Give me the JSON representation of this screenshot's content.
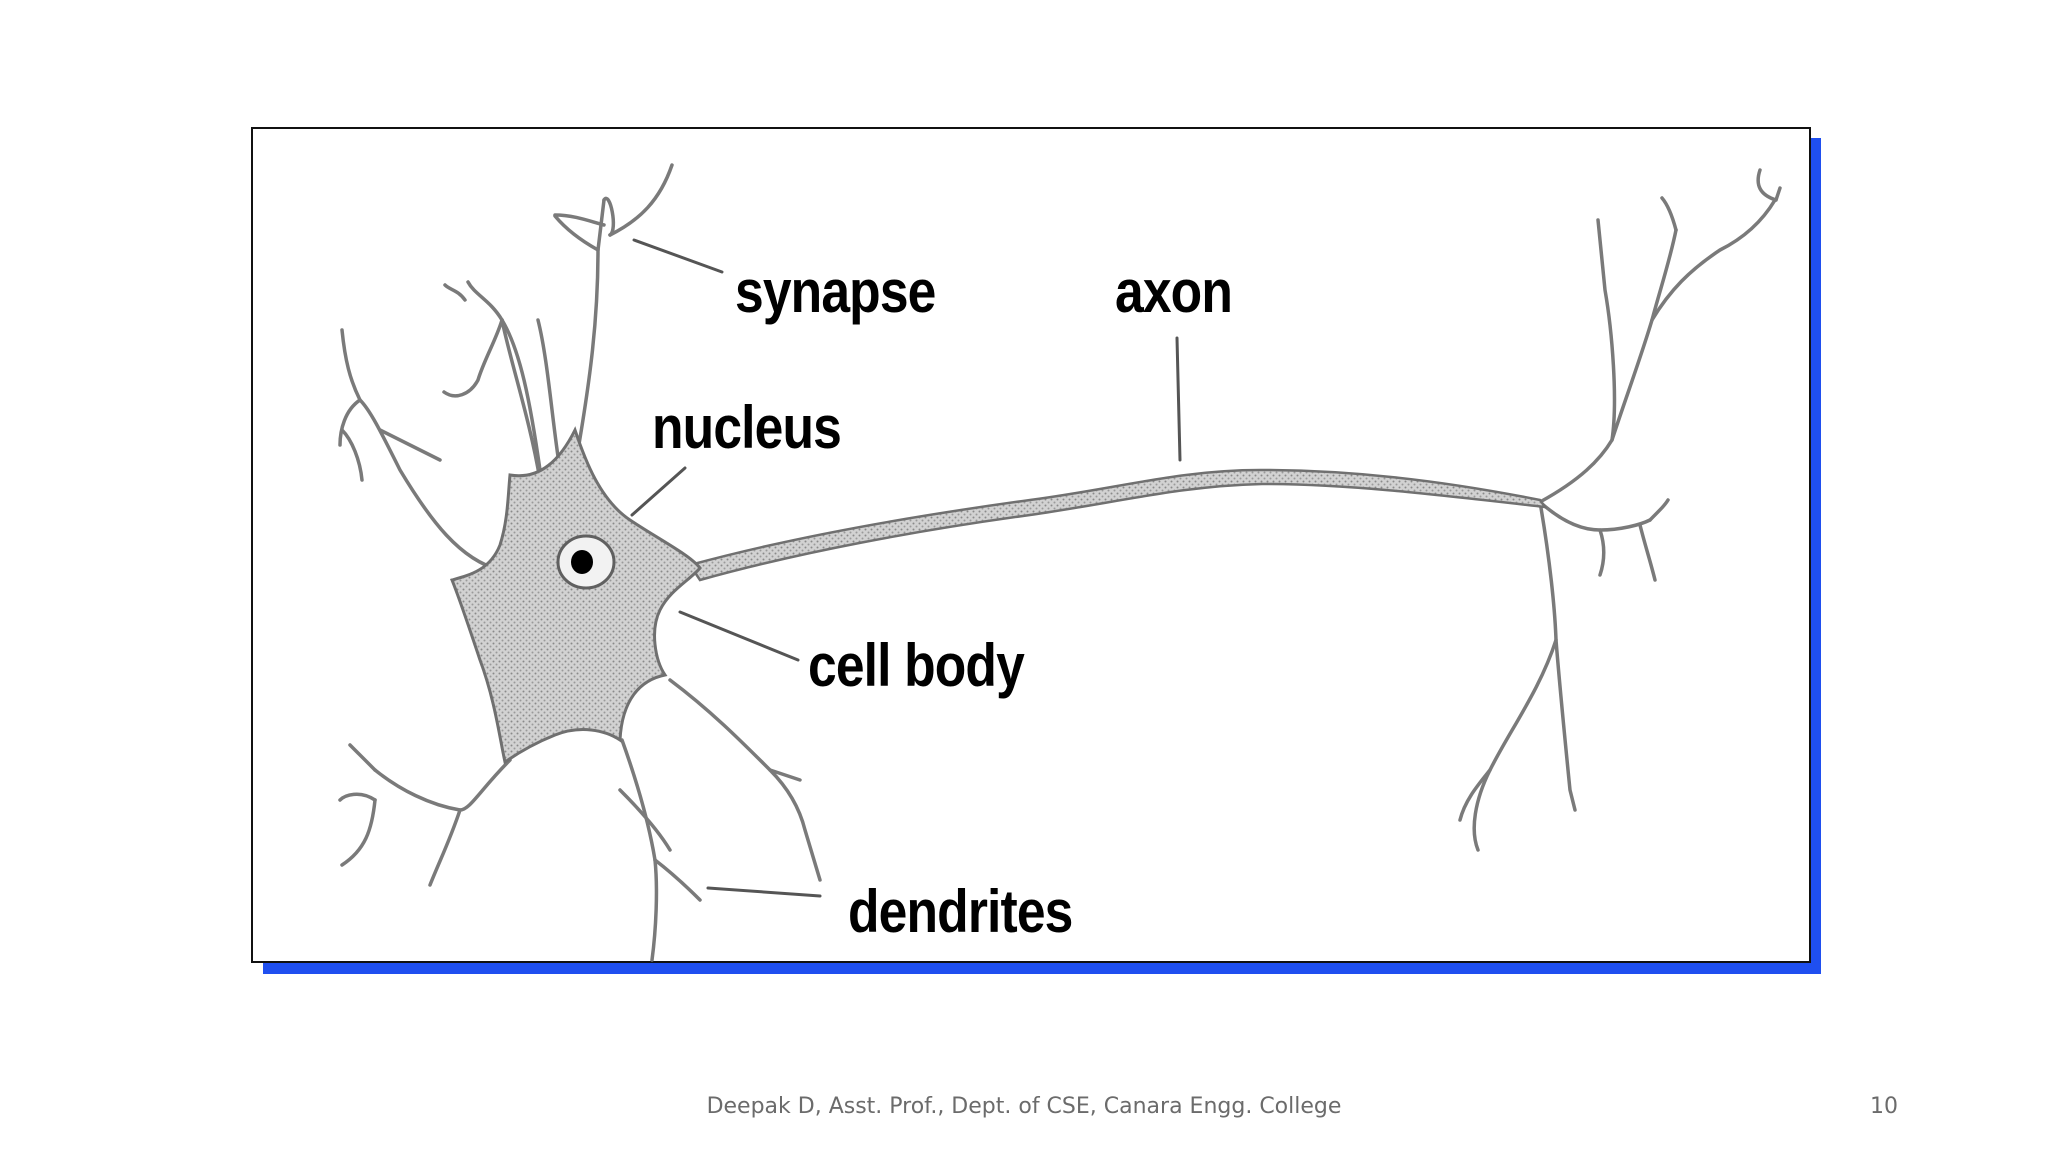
{
  "diagram": {
    "labels": {
      "synapse": "synapse",
      "axon": "axon",
      "nucleus": "nucleus",
      "cell_body": "cell body",
      "dendrites": "dendrites"
    },
    "colors": {
      "frame_shadow": "#1f4ff0",
      "outline": "#7a7a7a",
      "cell_fill": "#c8c8c8"
    }
  },
  "footer": {
    "credit": "Deepak D, Asst. Prof., Dept. of CSE, Canara Engg. College",
    "page_number": "10"
  }
}
